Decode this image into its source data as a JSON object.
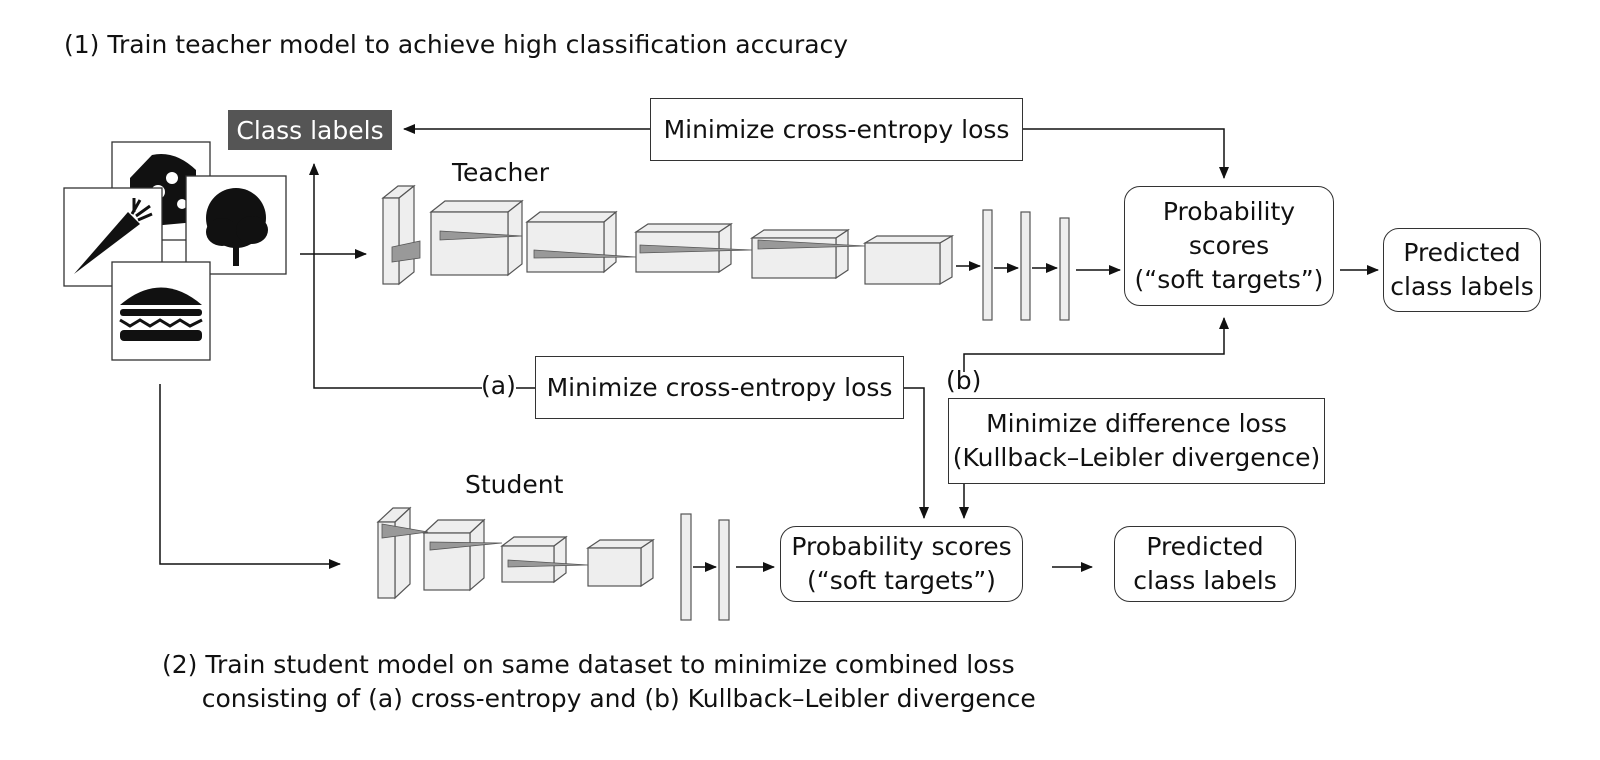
{
  "diagram": {
    "title": "(1) Train teacher model to achieve high classification accuracy",
    "class_labels": "Class labels",
    "top_loss": "Minimize cross-entropy loss",
    "teacher_label": "Teacher",
    "teacher_probs": "Probability\nscores\n(“soft targets”)",
    "teacher_predicted": "Predicted\nclass labels",
    "loss_a_tag": "(a)",
    "loss_a": "Minimize cross-entropy loss",
    "loss_b_tag": "(b)",
    "loss_b": "Minimize difference loss\n(Kullback–Leibler divergence)",
    "student_label": "Student",
    "student_probs": "Probability scores\n(“soft targets”)",
    "student_predicted": "Predicted\nclass labels",
    "caption": "(2) Train student model on same dataset to minimize combined loss\n     consisting of (a) cross-entropy and (b) Kullback–Leibler divergence",
    "icons": [
      "cheese-icon",
      "carrot-icon",
      "tree-icon",
      "burger-icon"
    ],
    "colors": {
      "line": "#111111",
      "label_fill": "#555555",
      "layer_fill": "#e6e6e6"
    }
  }
}
